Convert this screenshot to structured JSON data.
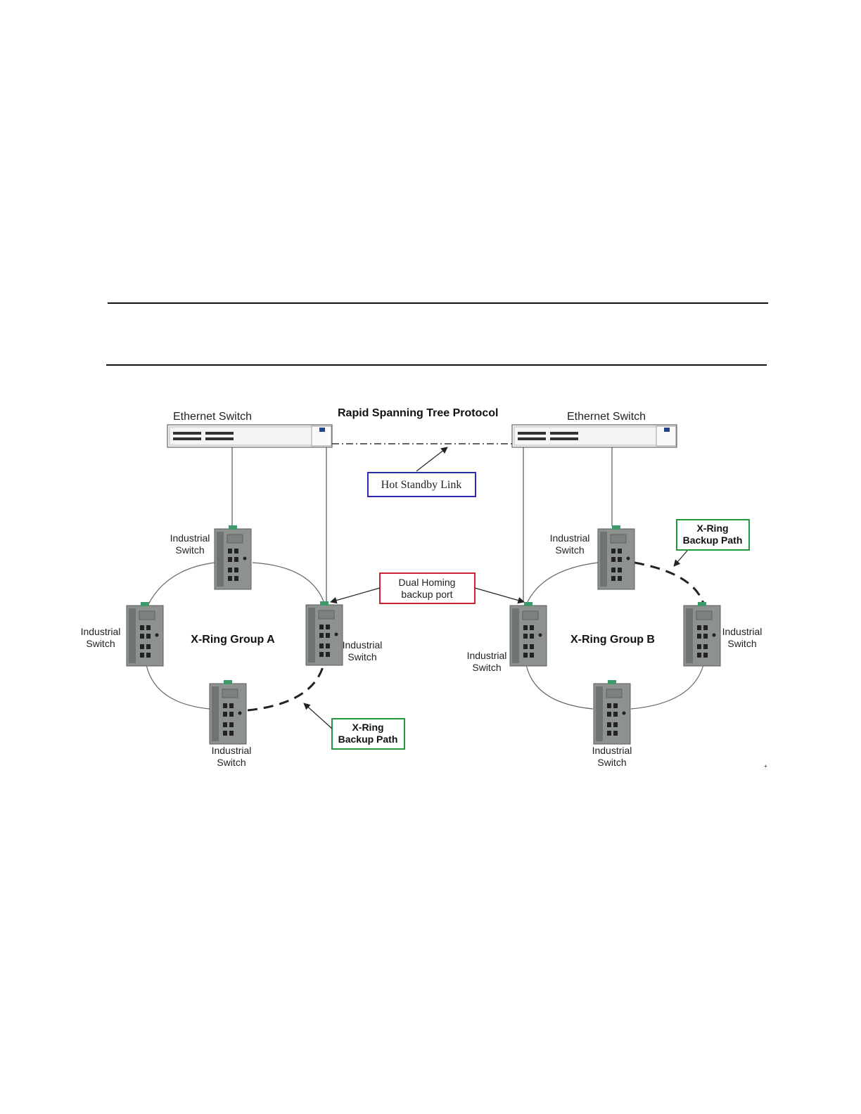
{
  "diagram": {
    "title": "Rapid Spanning Tree Protocol",
    "ethernet_switch_left": "Ethernet Switch",
    "ethernet_switch_right": "Ethernet Switch",
    "hot_standby_link": "Hot Standby Link",
    "dual_homing": {
      "line1": "Dual Homing",
      "line2": "backup port"
    },
    "ring_group_a": "X-Ring Group A",
    "ring_group_b": "X-Ring Group B",
    "backup_path": {
      "line1": "X-Ring",
      "line2": "Backup Path"
    },
    "industrial_switch": {
      "line1": "Industrial",
      "line2": "Switch"
    },
    "corner_mark": "+",
    "colors": {
      "hot_standby_box": "#2b2bb0",
      "dual_homing_box": "#cc2233",
      "backup_path_box": "#22993a",
      "device_body": "#8a8f8c",
      "link_line": "#555555"
    }
  }
}
